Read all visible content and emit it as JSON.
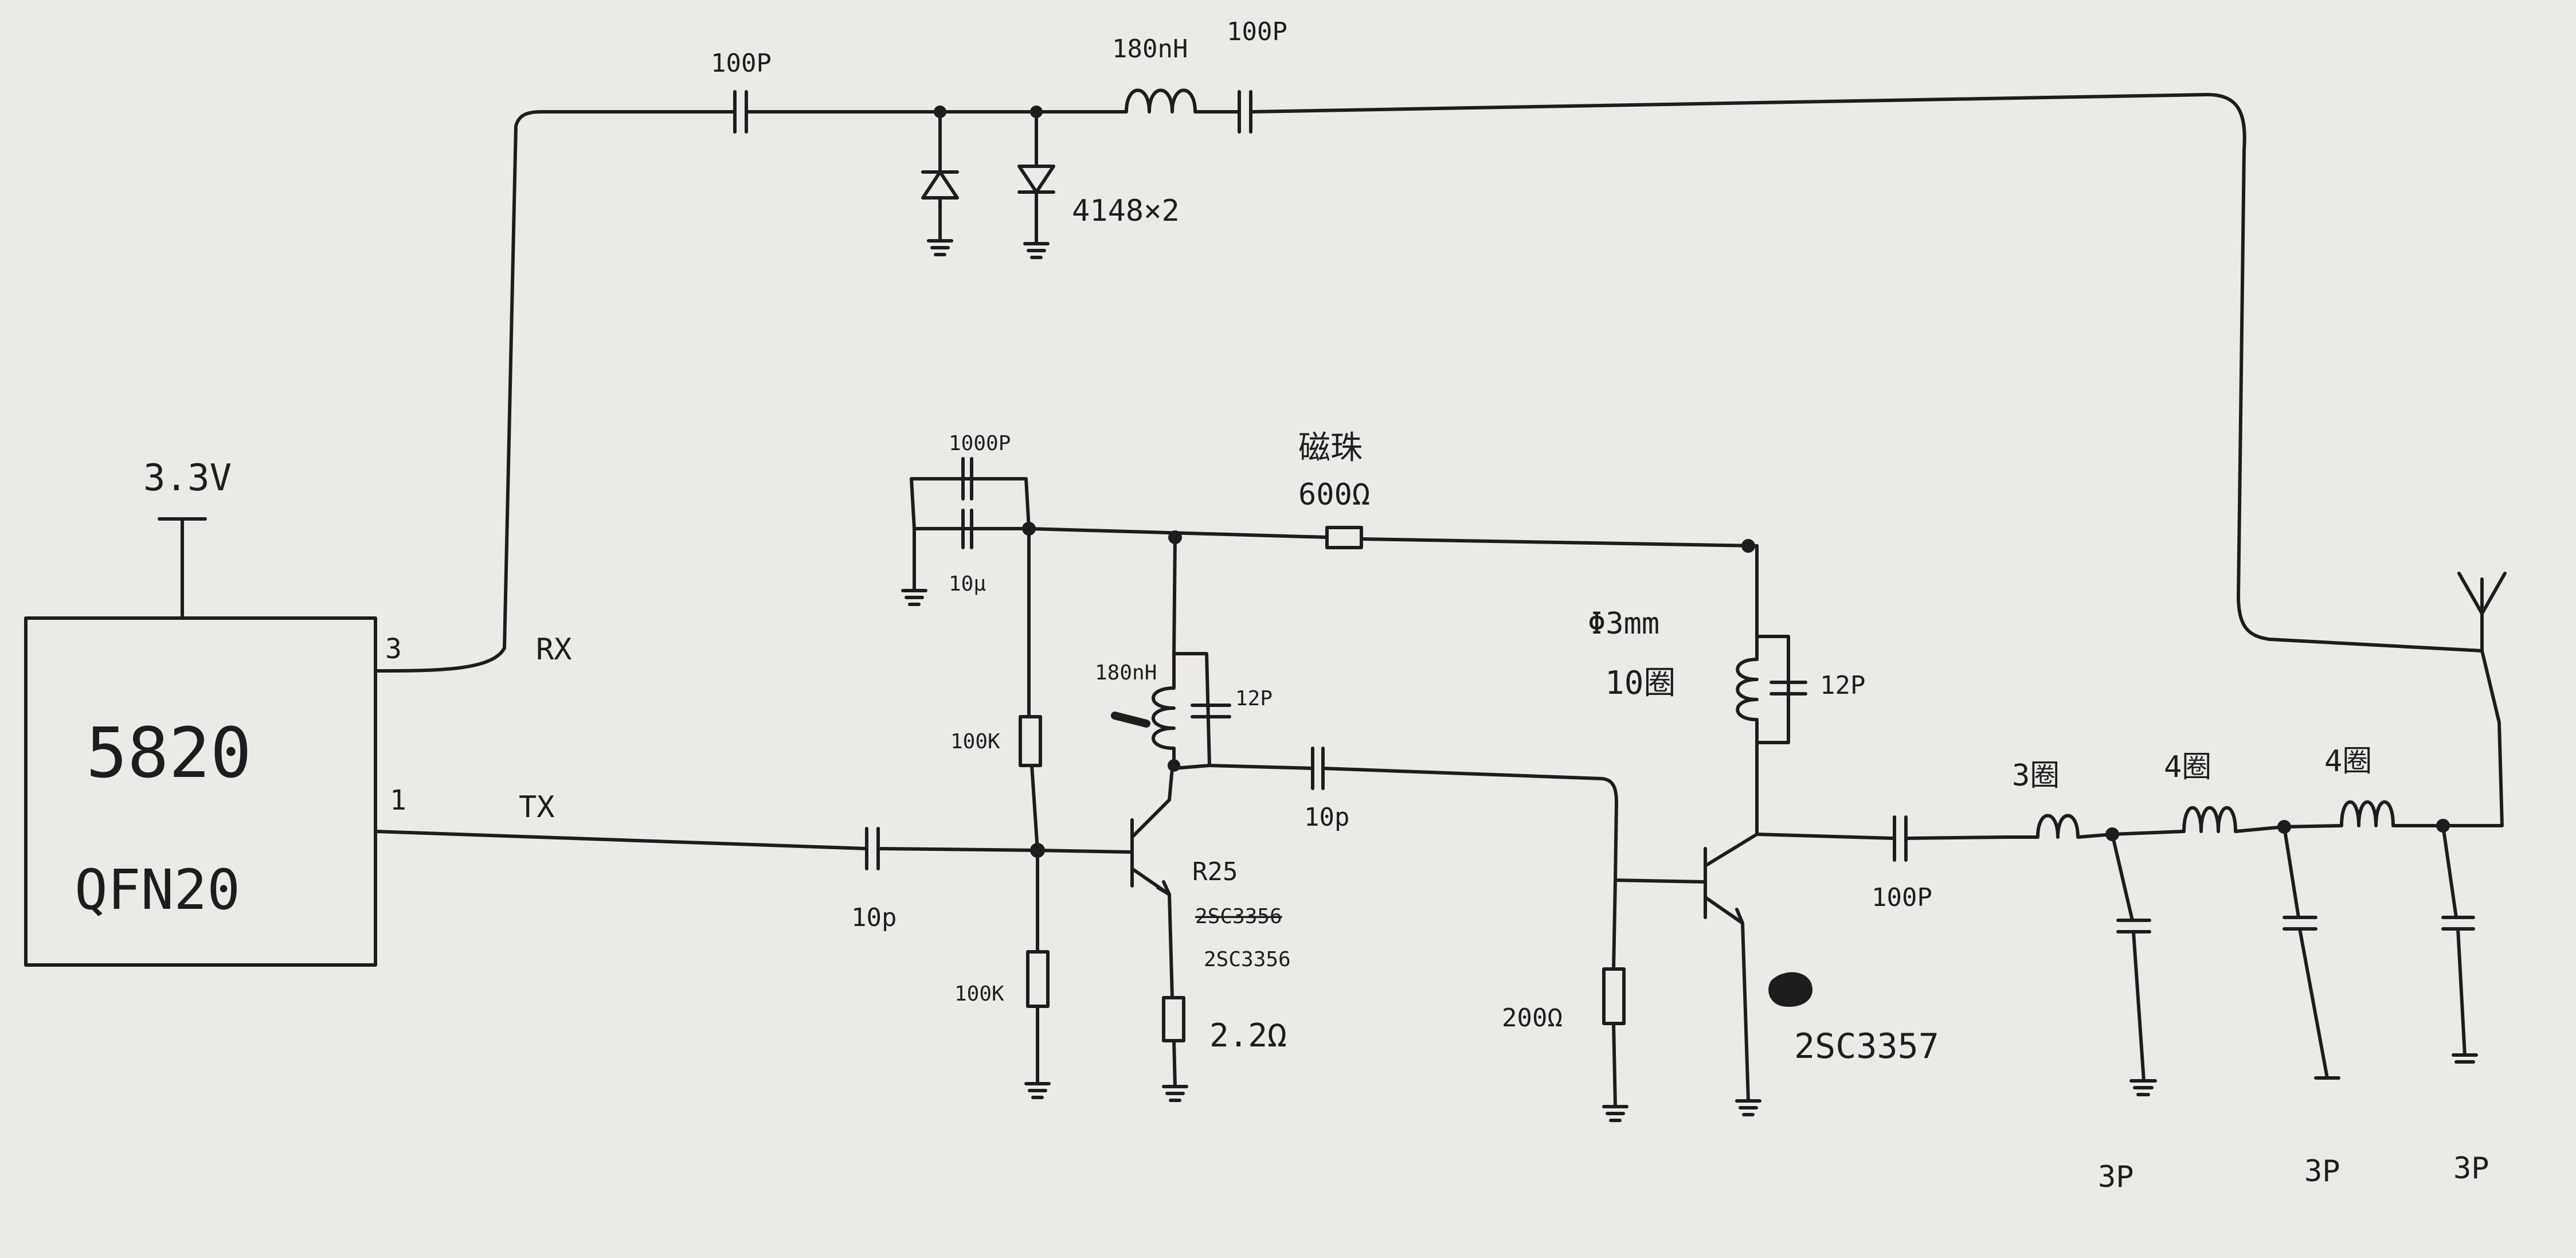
{
  "supply": {
    "label": "3.3V"
  },
  "chip": {
    "part": "5820",
    "package": "QFN20",
    "pin_rx": "3",
    "pin_tx": "1"
  },
  "signals": {
    "rx": "RX",
    "tx": "TX"
  },
  "rx_path": {
    "cap_in": "100P",
    "diodes": "4148×2",
    "inductor": "180nH",
    "cap_out": "100P"
  },
  "tx_path": {
    "cap_in": "10p",
    "bias_top": "100K",
    "bias_bottom": "100K",
    "decouple_big": "1000P",
    "decouple_small": "10μ",
    "q1_strike": "2SC3356",
    "q1_part": "2SC3356",
    "q1_ref": "R25",
    "emitter_res": "2.2Ω",
    "l1": "180nH",
    "c1": "12P",
    "coupling": "10p",
    "bead_name": "磁珠",
    "bead_value": "600Ω",
    "coil_spec": "Φ3mm",
    "coil_turns": "10圈",
    "c2": "12P",
    "base_res": "200Ω",
    "q2_part": "2SC3357",
    "out_cap": "100P"
  },
  "filter": {
    "l1": "3圈",
    "l2": "4圈",
    "l3": "4圈",
    "c1": "3P",
    "c2": "3P",
    "c3": "3P"
  }
}
